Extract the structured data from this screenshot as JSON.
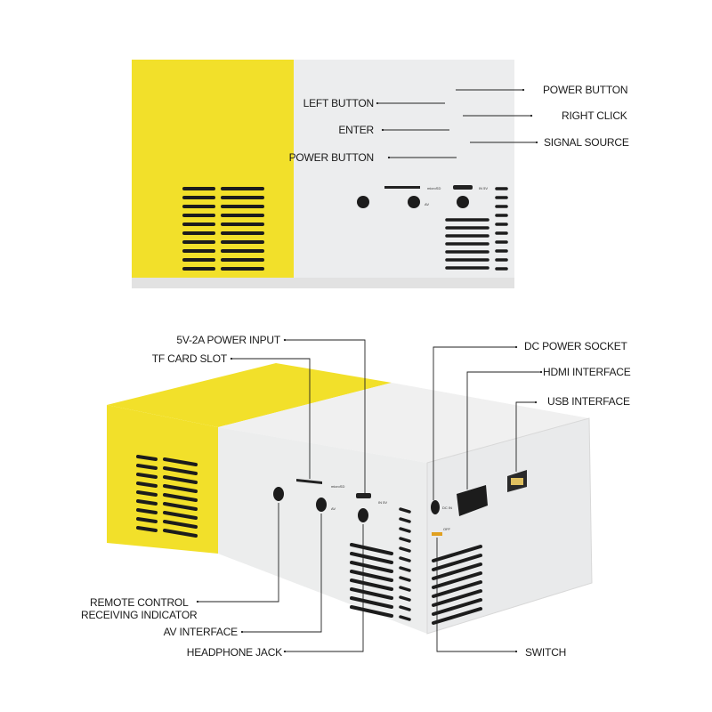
{
  "top_view": {
    "labels": {
      "power_button_right": "POWER BUTTON",
      "left_button": "LEFT BUTTON",
      "right_click": "RIGHT CLICK",
      "enter": "ENTER",
      "signal_source": "SIGNAL SOURCE",
      "power_button_left": "POWER BUTTON"
    },
    "markings": {
      "microsd": "microSD",
      "av": "AV",
      "in5v": "IN 5V"
    }
  },
  "bottom_view": {
    "labels": {
      "power_input": "5V-2A POWER INPUT",
      "tf_card_slot": "TF CARD SLOT",
      "dc_power_socket": "DC POWER SOCKET",
      "hdmi_interface": "HDMI INTERFACE",
      "usb_interface": "USB INTERFACE",
      "remote_indicator_line1": "REMOTE CONTROL",
      "remote_indicator_line2": "RECEIVING INDICATOR",
      "av_interface": "AV INTERFACE",
      "headphone_jack": "HEADPHONE JACK",
      "switch": "SWITCH"
    },
    "markings": {
      "microsd": "microSD",
      "av": "AV",
      "in5v": "IN 5V",
      "dc_in": "DC IN",
      "off": "OFF"
    }
  },
  "colors": {
    "yellow": "#f2e02a",
    "white_body": "#ecedee",
    "vent": "#1c1c1c",
    "line": "#222222"
  }
}
